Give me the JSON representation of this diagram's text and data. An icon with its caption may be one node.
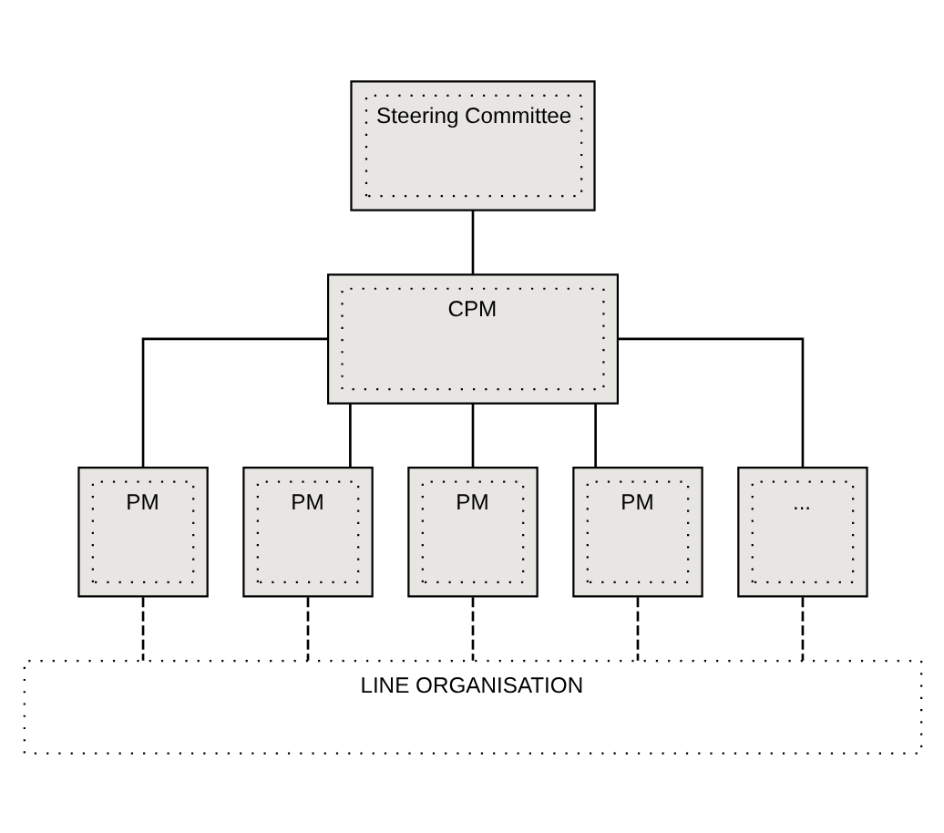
{
  "diagram": {
    "nodes": [
      {
        "text": [
          "Steering Committee"
        ]
      },
      {
        "text": [
          "CPM"
        ]
      },
      {
        "text": [
          "PM"
        ]
      },
      {
        "text": [
          "PM"
        ]
      },
      {
        "text": [
          "PM"
        ]
      },
      {
        "text": [
          "PM"
        ]
      },
      {
        "text": [
          "..."
        ]
      },
      {
        "text": [
          "LINE ORGANISATION"
        ]
      }
    ],
    "edges": [
      {
        "from": 0,
        "to": 1,
        "arrow": "none"
      },
      {
        "from": 1,
        "to": 2,
        "arrow": "none"
      },
      {
        "from": 1,
        "to": 3,
        "arrow": "none"
      },
      {
        "from": 1,
        "to": 4,
        "arrow": "none"
      },
      {
        "from": 1,
        "to": 5,
        "arrow": "none"
      },
      {
        "from": 1,
        "to": 6,
        "arrow": "none"
      },
      {
        "from": 2,
        "to": 7,
        "arrow": "none",
        "style": "dashed"
      },
      {
        "from": 3,
        "to": 7,
        "arrow": "none",
        "style": "dashed"
      },
      {
        "from": 4,
        "to": 7,
        "arrow": "none",
        "style": "dashed"
      },
      {
        "from": 5,
        "to": 7,
        "arrow": "none",
        "style": "dashed"
      },
      {
        "from": 6,
        "to": 7,
        "arrow": "none",
        "style": "dashed"
      }
    ]
  }
}
